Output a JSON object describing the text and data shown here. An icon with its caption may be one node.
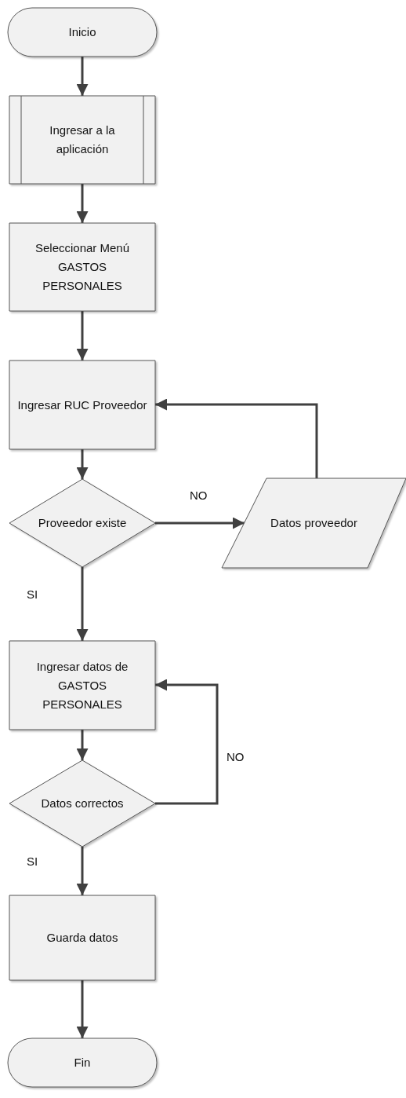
{
  "diagram": {
    "nodes": [
      {
        "text": [
          "Inicio"
        ]
      },
      {
        "text": [
          "Ingresar a la aplicación"
        ]
      },
      {
        "text": [
          "Seleccionar Menú GASTOS PERSONALES"
        ]
      },
      {
        "text": [
          "Ingresar RUC Proveedor"
        ]
      },
      {
        "text": [
          "Proveedor existe"
        ]
      },
      {
        "text": [
          "Datos proveedor"
        ]
      },
      {
        "text": [
          "Ingresar datos de GASTOS PERSONALES"
        ]
      },
      {
        "text": [
          "Datos correctos"
        ]
      },
      {
        "text": [
          "Guarda datos"
        ]
      },
      {
        "text": [
          "Fin"
        ]
      }
    ],
    "edges": [
      {
        "from": 0,
        "to": 1,
        "arrow": "to"
      },
      {
        "from": 1,
        "to": 2,
        "arrow": "to"
      },
      {
        "from": 2,
        "to": 3,
        "arrow": "to"
      },
      {
        "from": 3,
        "to": 4,
        "arrow": "to"
      },
      {
        "from": 4,
        "to": 5,
        "arrow": "to",
        "label": "NO"
      },
      {
        "from": 5,
        "to": 3,
        "arrow": "to"
      },
      {
        "from": 4,
        "to": 6,
        "arrow": "to",
        "label": "SI"
      },
      {
        "from": 6,
        "to": 7,
        "arrow": "to"
      },
      {
        "from": 7,
        "to": 6,
        "arrow": "to",
        "label": "NO"
      },
      {
        "from": 7,
        "to": 8,
        "arrow": "to",
        "label": "SI"
      },
      {
        "from": 8,
        "to": 9,
        "arrow": "to"
      }
    ]
  }
}
